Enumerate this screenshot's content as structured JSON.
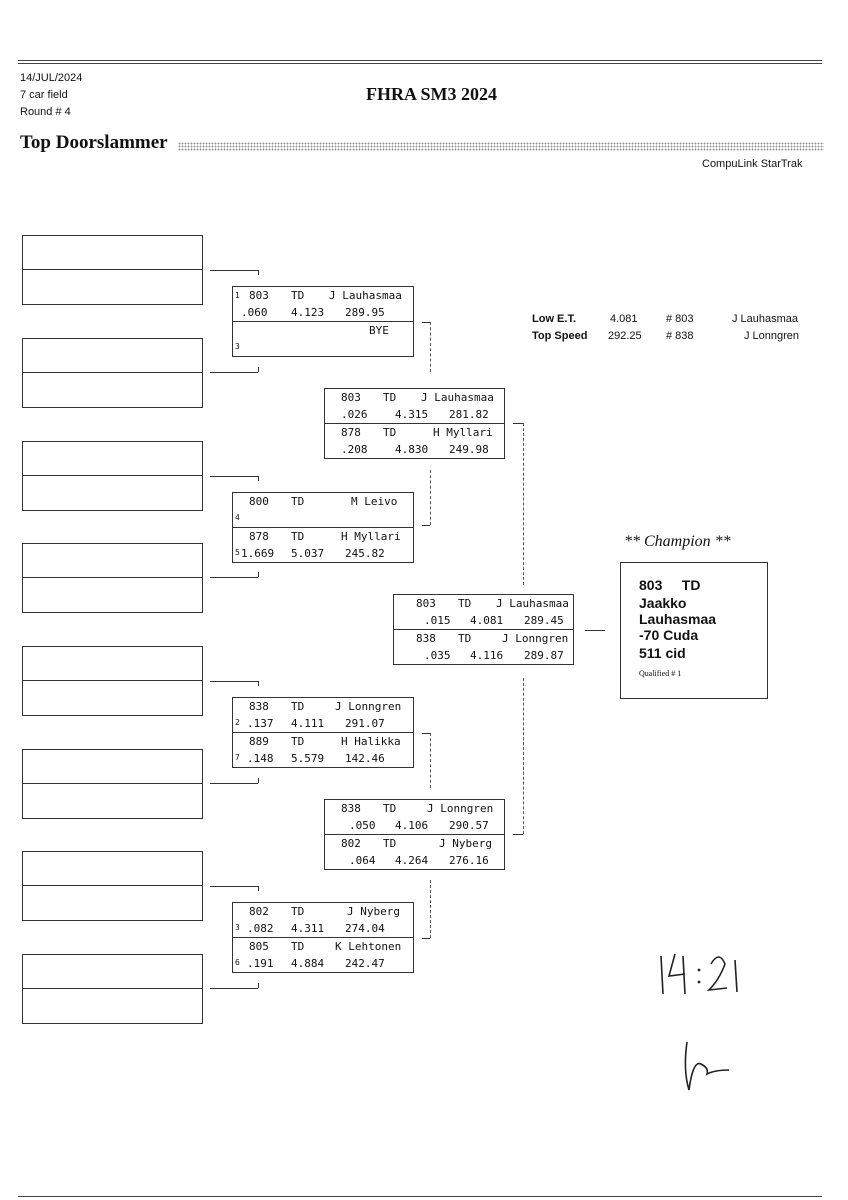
{
  "header": {
    "date": "14/JUL/2024",
    "field": "7 car field",
    "round": "Round # 4",
    "event_title": "FHRA SM3 2024",
    "class_name": "Top Doorslammer",
    "software": "CompuLink StarTrak"
  },
  "stats": {
    "low_et": {
      "label": "Low  E.T.",
      "value": "4.081",
      "car": "# 803",
      "driver": "J Lauhasmaa"
    },
    "top_speed": {
      "label": "Top Speed",
      "value": "292.25",
      "car": "# 838",
      "driver": "J Lonngren"
    }
  },
  "round1": [
    {
      "seed": "1",
      "car": "803",
      "cls": "TD",
      "driver": "J Lauhasmaa",
      "rt": ".060",
      "et": "4.123",
      "mph": "289.95"
    },
    {
      "seed": "3",
      "car": "",
      "cls": "",
      "driver": "BYE",
      "rt": "",
      "et": "",
      "mph": ""
    },
    {
      "seed": "4",
      "car": "800",
      "cls": "TD",
      "driver": "M Leivo",
      "rt": "",
      "et": "",
      "mph": ""
    },
    {
      "seed": "5",
      "car": "878",
      "cls": "TD",
      "driver": "H Myllari",
      "rt": "1.669",
      "et": "5.037",
      "mph": "245.82"
    },
    {
      "seed": "2",
      "car": "838",
      "cls": "TD",
      "driver": "J Lonngren",
      "rt": ".137",
      "et": "4.111",
      "mph": "291.07"
    },
    {
      "seed": "7",
      "car": "889",
      "cls": "TD",
      "driver": "H Halikka",
      "rt": ".148",
      "et": "5.579",
      "mph": "142.46"
    },
    {
      "seed": "3",
      "car": "802",
      "cls": "TD",
      "driver": "J Nyberg",
      "rt": ".082",
      "et": "4.311",
      "mph": "274.04"
    },
    {
      "seed": "6",
      "car": "805",
      "cls": "TD",
      "driver": "K Lehtonen",
      "rt": ".191",
      "et": "4.884",
      "mph": "242.47"
    }
  ],
  "semis": [
    {
      "car": "803",
      "cls": "TD",
      "driver": "J Lauhasmaa",
      "rt": ".026",
      "et": "4.315",
      "mph": "281.82"
    },
    {
      "car": "878",
      "cls": "TD",
      "driver": "H Myllari",
      "rt": ".208",
      "et": "4.830",
      "mph": "249.98"
    },
    {
      "car": "838",
      "cls": "TD",
      "driver": "J Lonngren",
      "rt": ".050",
      "et": "4.106",
      "mph": "290.57"
    },
    {
      "car": "802",
      "cls": "TD",
      "driver": "J Nyberg",
      "rt": ".064",
      "et": "4.264",
      "mph": "276.16"
    }
  ],
  "final": [
    {
      "car": "803",
      "cls": "TD",
      "driver": "J Lauhasmaa",
      "rt": ".015",
      "et": "4.081",
      "mph": "289.45"
    },
    {
      "car": "838",
      "cls": "TD",
      "driver": "J Lonngren",
      "rt": ".035",
      "et": "4.116",
      "mph": "289.87"
    }
  ],
  "champion": {
    "heading": "** Champion **",
    "car_class": "803     TD",
    "name": "Jaakko Lauhasmaa",
    "car": "-70 Cuda",
    "engine": "511 cid",
    "qualified": "Qualified # 1"
  },
  "handwritten": {
    "time": "14:21"
  }
}
